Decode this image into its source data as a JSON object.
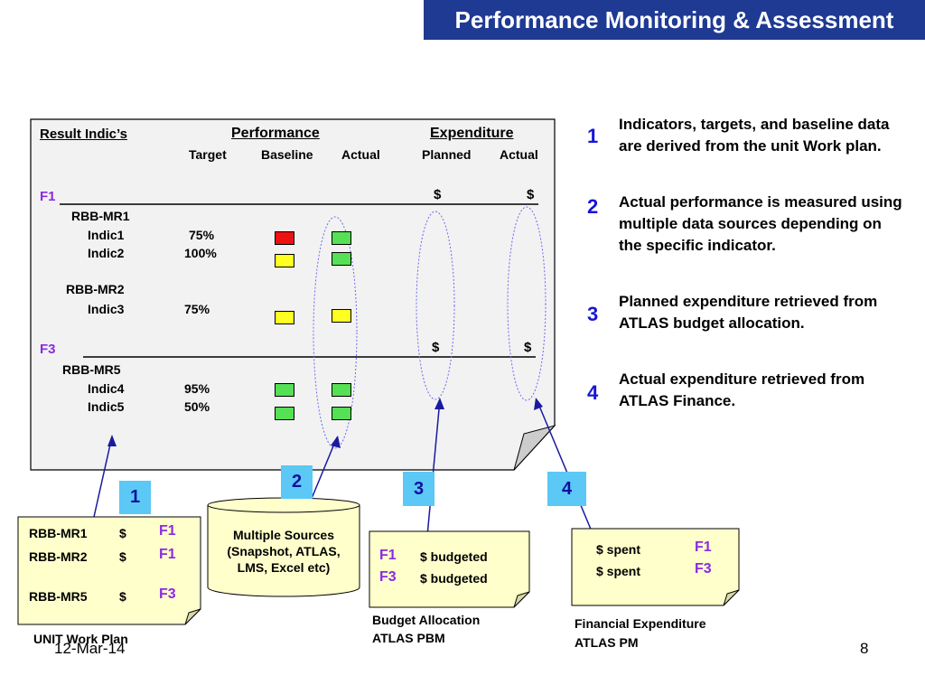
{
  "header": {
    "title": "Performance Monitoring & Assessment"
  },
  "table": {
    "col_result": "Result Indic’s",
    "col_performance": "Performance",
    "col_expenditure": "Expenditure",
    "sub_target": "Target",
    "sub_baseline": "Baseline",
    "sub_actual": "Actual",
    "sub_planned": "Planned",
    "sub_actual2": "Actual",
    "dollar": "$",
    "groups": [
      {
        "label": "F1",
        "rbb": [
          {
            "name": "RBB-MR1",
            "indicators": [
              {
                "name": "Indic1",
                "target": "75%",
                "baseline": "red",
                "actual": "green"
              },
              {
                "name": "Indic2",
                "target": "100%",
                "baseline": "yellow",
                "actual": "green"
              }
            ]
          },
          {
            "name": "RBB-MR2",
            "indicators": [
              {
                "name": "Indic3",
                "target": "75%",
                "baseline": "yellow",
                "actual": "yellow"
              }
            ]
          }
        ]
      },
      {
        "label": "F3",
        "rbb": [
          {
            "name": "RBB-MR5",
            "indicators": [
              {
                "name": "Indic4",
                "target": "95%",
                "baseline": "green",
                "actual": "green"
              },
              {
                "name": "Indic5",
                "target": "50%",
                "baseline": "green",
                "actual": "green"
              }
            ]
          }
        ]
      }
    ]
  },
  "notes": [
    {
      "num": "1",
      "text": "Indicators, targets, and baseline data are derived from the unit Work plan."
    },
    {
      "num": "2",
      "text": "Actual performance is measured using multiple data sources depending on the specific indicator."
    },
    {
      "num": "3",
      "text": "Planned expenditure retrieved from ATLAS budget allocation."
    },
    {
      "num": "4",
      "text": "Actual expenditure retrieved from ATLAS Finance."
    }
  ],
  "badges": [
    "1",
    "2",
    "3",
    "4"
  ],
  "unit_work_plan": {
    "rows": [
      {
        "rbb": "RBB-MR1",
        "dollar": "$",
        "fund": "F1"
      },
      {
        "rbb": "RBB-MR2",
        "dollar": "$",
        "fund": "F1"
      },
      {
        "rbb": "RBB-MR5",
        "dollar": "$",
        "fund": "F3"
      }
    ],
    "caption": "UNIT Work Plan"
  },
  "sources": {
    "text": "Multiple Sources (Snapshot, ATLAS, LMS, Excel etc)"
  },
  "budget": {
    "rows": [
      {
        "fund": "F1",
        "text": "$ budgeted"
      },
      {
        "fund": "F3",
        "text": "$ budgeted"
      }
    ],
    "caption_line1": "Budget Allocation",
    "caption_line2": "ATLAS PBM"
  },
  "financial": {
    "rows": [
      {
        "text": "$ spent",
        "fund": "F1"
      },
      {
        "text": "$ spent",
        "fund": "F3"
      }
    ],
    "caption_line1": "Financial Expenditure",
    "caption_line2": "ATLAS PM"
  },
  "footer": {
    "date": "12-Mar-14",
    "page": "8"
  },
  "colors": {
    "title_bg": "#1f3a93",
    "badge": "#5bc8f5",
    "note_bg": "#ffffcc",
    "fund_label": "#8a2be2"
  }
}
